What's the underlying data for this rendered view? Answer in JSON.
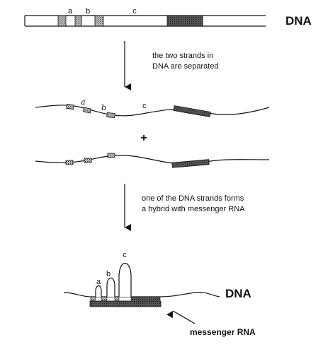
{
  "top": {
    "dna_label": "DNA",
    "segment_labels": [
      "a",
      "b",
      "c"
    ]
  },
  "step1": {
    "caption_lines": [
      "the two strands in",
      "DNA are separated"
    ]
  },
  "separated": {
    "strand1_labels": [
      "a",
      "b",
      "c"
    ],
    "plus": "+"
  },
  "step2": {
    "caption_lines": [
      "one of the DNA strands forms",
      "a hybrid with messenger RNA"
    ]
  },
  "hybrid": {
    "loop_labels": [
      "a",
      "b",
      "c"
    ],
    "dna_label": "DNA",
    "mrna_label": "messenger RNA"
  },
  "colors": {
    "ink": "#111111",
    "exon_dark": "#444444",
    "exon_light": "#aaaaaa",
    "background": "#ffffff"
  }
}
